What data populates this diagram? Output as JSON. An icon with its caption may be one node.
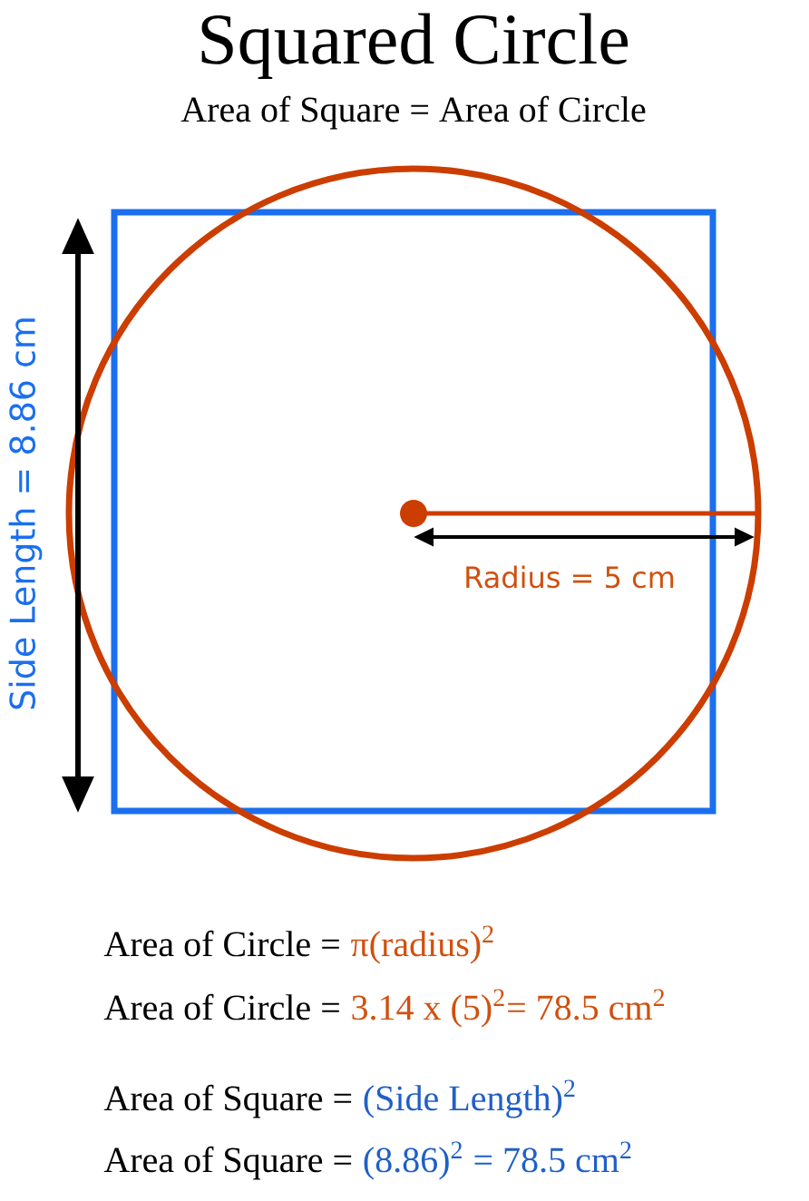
{
  "diagram": {
    "title": "Squared Circle",
    "labels": [
      "Area of Square = Area of Circle",
      "Side Length = 8.86 cm",
      "Radius = 5 cm",
      "Area of Circle =",
      "π(radius)$^{2}$",
      "Area of Circle =",
      "3.14 x (5)$^{2}$= 78.5 cm$^{2}$",
      "Area of Square =",
      "(Side Length)$^{2}$",
      "Area of Square =",
      "(8.86)$^{2}$ = 78.5 cm$^{2}$"
    ]
  }
}
